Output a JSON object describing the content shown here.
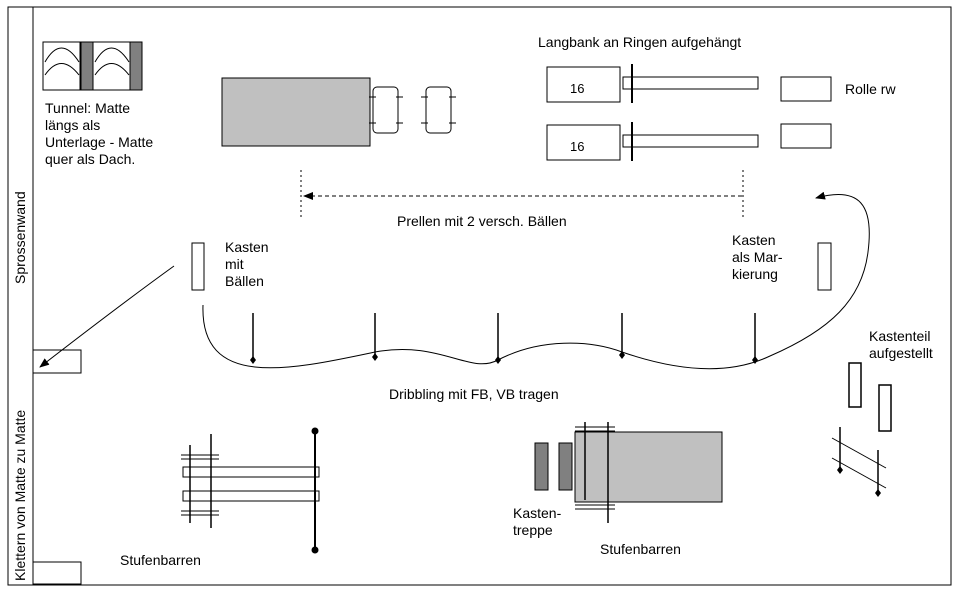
{
  "labels": {
    "sprossenwand": "Sprossenwand",
    "klettern": "Klettern von Matte zu Matte",
    "tunnel": "Tunnel: Matte\nlängs als\nUnterlage -  Matte\nquer als Dach.",
    "langbank": "Langbank an Ringen aufgehängt",
    "bench_number_1": "16",
    "bench_number_2": "16",
    "rolle": "Rolle rw",
    "prellen": "Prellen mit 2 versch. Bällen",
    "kasten_baelle": "Kasten\nmit\nBällen",
    "kasten_markierung": "Kasten\nals Mar-\nkierung",
    "kastenteil": "Kastenteil\naufgestellt",
    "dribbling": "Dribbling mit FB, VB tragen",
    "stufenbarren_left": "Stufenbarren",
    "kastentreppe": "Kasten-\ntreppe",
    "stufenbarren_right": "Stufenbarren"
  },
  "colors": {
    "line": "#000000",
    "gray_fill": "#c0c0c0",
    "dark_gray_fill": "#808080",
    "background": "#ffffff"
  }
}
